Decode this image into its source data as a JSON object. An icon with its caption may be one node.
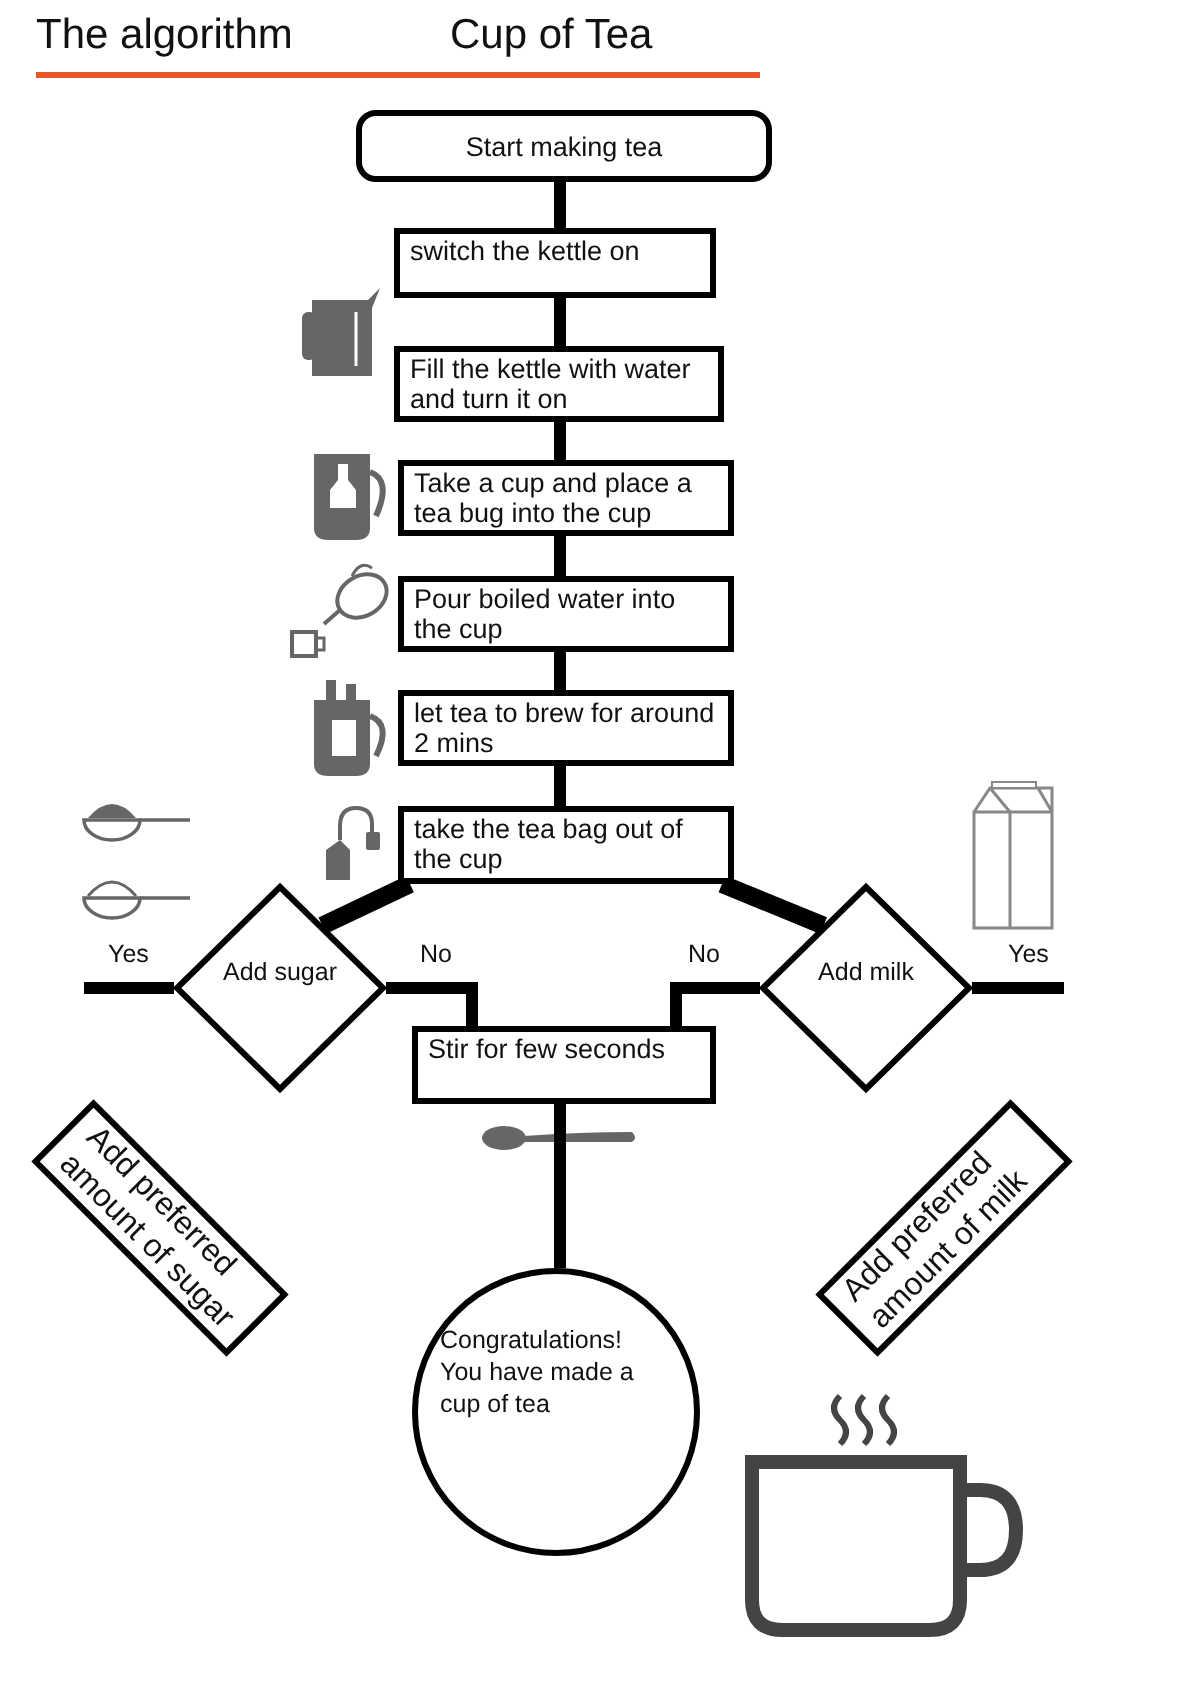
{
  "diagram": {
    "title": "The algorithm",
    "nodes": [
      {
        "text": [
          "Start making tea"
        ]
      },
      {
        "text": [
          "switch the kettle on"
        ]
      },
      {
        "text": [
          "Fill the kettle with water and turn it on"
        ]
      },
      {
        "text": [
          "Take a cup and place a tea bug into the cup"
        ]
      },
      {
        "text": [
          "Pour boiled water into the cup"
        ]
      },
      {
        "text": [
          "let tea to brew for around 2 mins"
        ]
      },
      {
        "text": [
          "take the tea bag out of the cup"
        ]
      },
      {
        "text": [
          "Add sugar"
        ]
      },
      {
        "text": [
          "Add milk"
        ]
      },
      {
        "text": [
          "Add preferred amount of sugar"
        ]
      },
      {
        "text": [
          "Stir for few seconds"
        ]
      },
      {
        "text": [
          "Add preferred amount of milk"
        ]
      },
      {
        "text": [
          "Congratulations! You have made a cup of tea"
        ]
      }
    ],
    "edges": [
      {
        "from": 0,
        "to": 1,
        "arrow": "none"
      },
      {
        "from": 1,
        "to": 2,
        "arrow": "none"
      },
      {
        "from": 2,
        "to": 3,
        "arrow": "none"
      },
      {
        "from": 3,
        "to": 4,
        "arrow": "none"
      },
      {
        "from": 4,
        "to": 5,
        "arrow": "none"
      },
      {
        "from": 5,
        "to": 6,
        "arrow": "none"
      },
      {
        "from": 6,
        "to": 7,
        "arrow": "none"
      },
      {
        "from": 6,
        "to": 8,
        "arrow": "none"
      },
      {
        "from": 7,
        "to": null,
        "arrow": "none",
        "label": "Yes"
      },
      {
        "from": 7,
        "to": 10,
        "arrow": "none",
        "label": "No"
      },
      {
        "from": 8,
        "to": 10,
        "arrow": "none",
        "label": "No"
      },
      {
        "from": 8,
        "to": null,
        "arrow": "none",
        "label": "Yes"
      },
      {
        "from": 10,
        "to": 12,
        "arrow": "none"
      }
    ],
    "labels": [
      "Cup of Tea"
    ]
  }
}
